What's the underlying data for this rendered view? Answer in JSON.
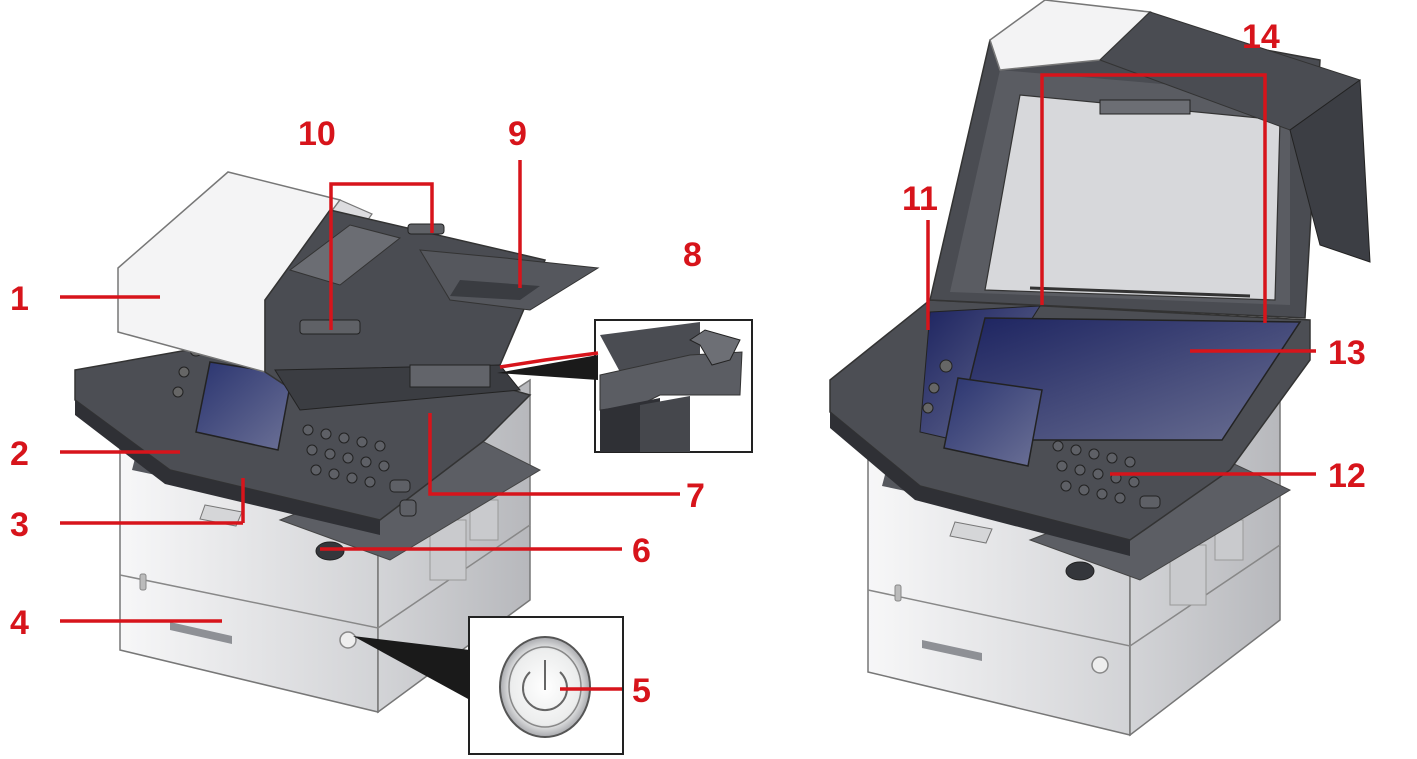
{
  "colors": {
    "callout": "#d7141b",
    "body_light": "#f3f3f4",
    "body_mid": "#d9dadc",
    "body_dark": "#9a9ca0",
    "panel": "#4a4c52",
    "panel_dark": "#2f3034",
    "screen": "#3f4a78",
    "glass": "#2b3262",
    "outline": "#444444"
  },
  "callouts": [
    {
      "id": "1",
      "text": "1"
    },
    {
      "id": "2",
      "text": "2"
    },
    {
      "id": "3",
      "text": "3"
    },
    {
      "id": "4",
      "text": "4"
    },
    {
      "id": "5",
      "text": "5"
    },
    {
      "id": "6",
      "text": "6"
    },
    {
      "id": "7",
      "text": "7"
    },
    {
      "id": "8",
      "text": "8"
    },
    {
      "id": "9",
      "text": "9"
    },
    {
      "id": "10",
      "text": "10"
    },
    {
      "id": "11",
      "text": "11"
    },
    {
      "id": "12",
      "text": "12"
    },
    {
      "id": "13",
      "text": "13"
    },
    {
      "id": "14",
      "text": "14"
    }
  ]
}
